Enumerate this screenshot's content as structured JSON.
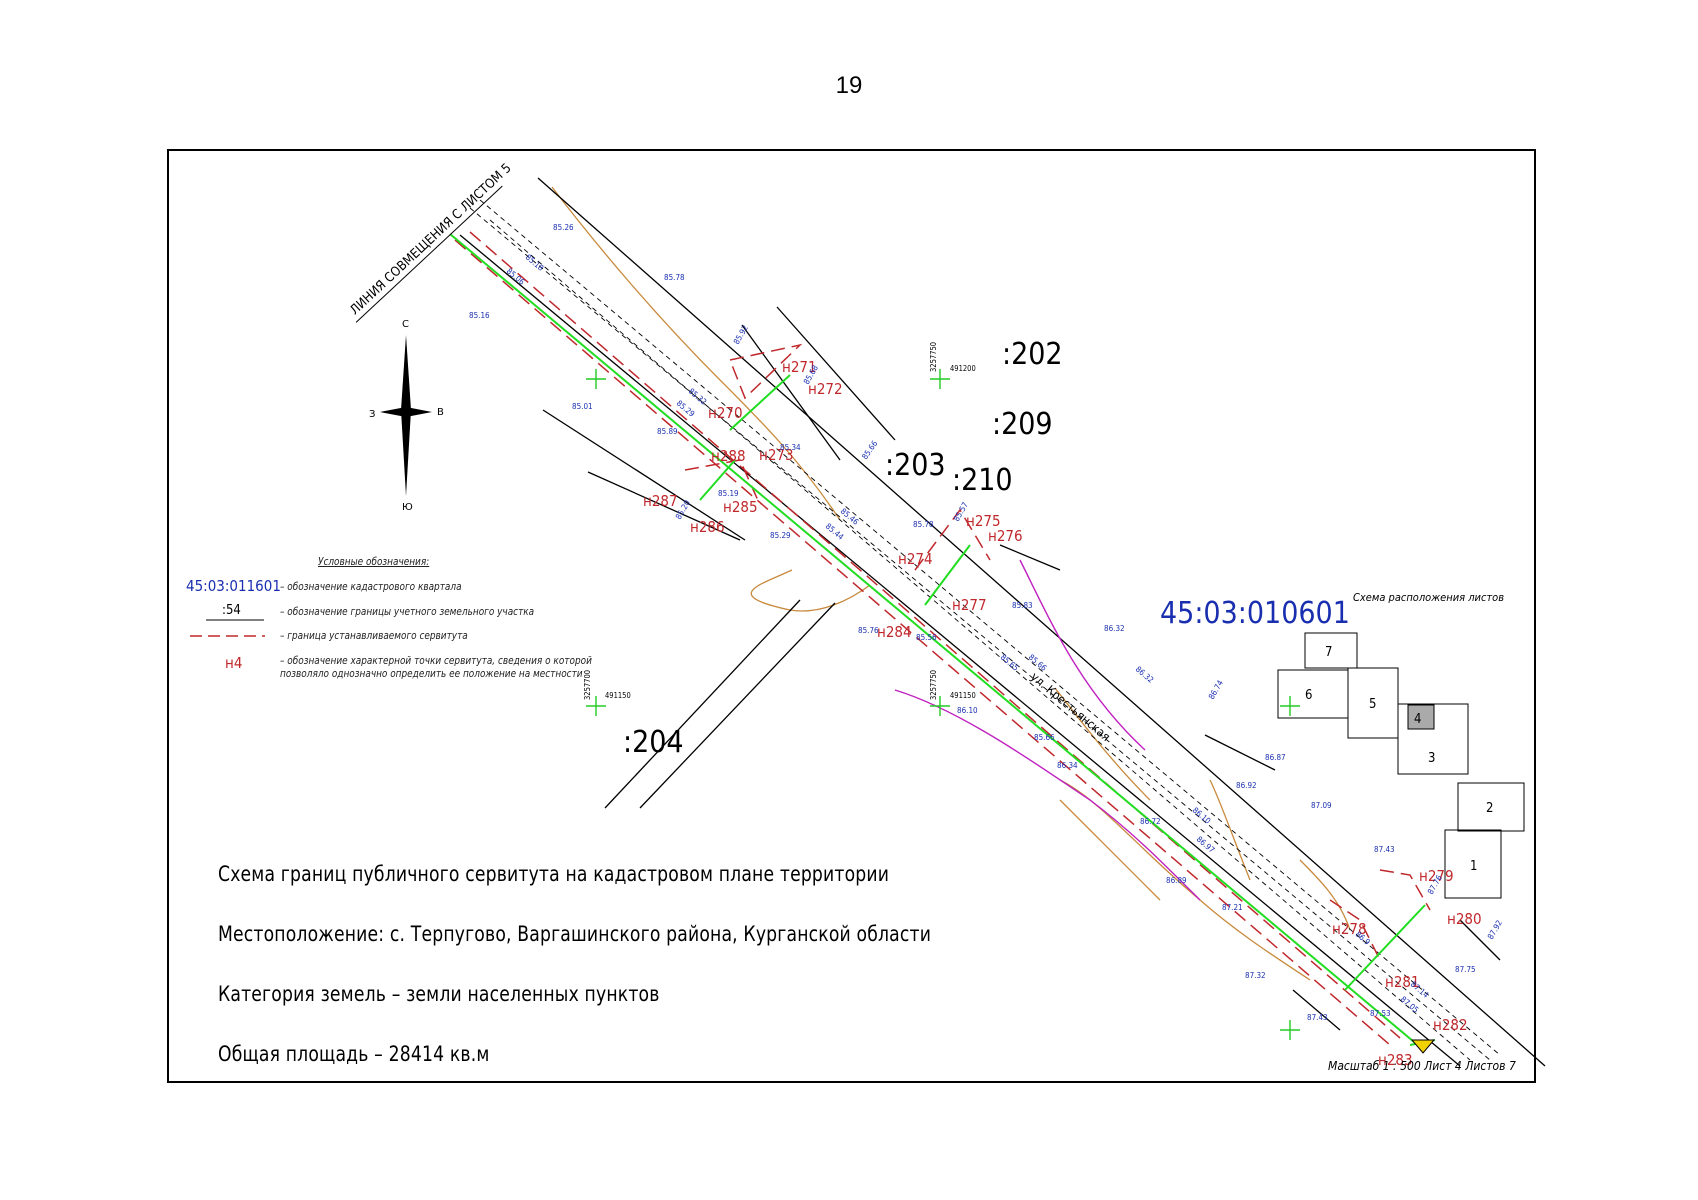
{
  "page_number": "19",
  "alignment_line_label": "ЛИНИЯ СОВМЕЩЕНИЯ С ЛИСТОМ 5",
  "compass": {
    "north": "С",
    "south": "Ю",
    "west": "З",
    "east": "В"
  },
  "legend": {
    "title": "Условные обозначения:",
    "items": [
      {
        "symbol": "45:03:011601",
        "text": "– обозначение кадастрового квартала"
      },
      {
        "symbol": ":54",
        "text": "– обозначение границы учетного земельного участка"
      },
      {
        "symbol": "",
        "text": "– граница устанавливаемого сервитута"
      },
      {
        "symbol": "н4",
        "text": "– обозначение характерной точки сервитута, сведения о которой",
        "text2": "позволяло однозначно определить ее положение на местности"
      }
    ]
  },
  "quarter_label": "45:03:010601",
  "parcels": [
    ":202",
    ":209",
    ":203",
    ":210",
    ":204"
  ],
  "points": [
    "н271",
    "н272",
    "н270",
    "н273",
    "н288",
    "н287",
    "н285",
    "н286",
    "н275",
    "н276",
    "н274",
    "н277",
    "н284",
    "н279",
    "н280",
    "н278",
    "н281",
    "н282",
    "н283"
  ],
  "grid_marks": [
    {
      "y": "3257750",
      "x": "491200"
    },
    {
      "y": "3257700",
      "x": "491150"
    },
    {
      "y": "3257750",
      "x": "491150"
    }
  ],
  "street_label": "ул. Крестьянская",
  "elevations": [
    "85.26",
    "85.78",
    "85.18",
    "85.16",
    "85.06",
    "85.92",
    "85.68",
    "85.32",
    "85.01",
    "85.29",
    "85.89",
    "85.34",
    "85.66",
    "85.19",
    "85.20",
    "85.29",
    "85.46",
    "85.44",
    "85.78",
    "85.57",
    "85.83",
    "85.76",
    "85.56",
    "86.32",
    "86.32",
    "85.65",
    "85.66",
    "86.10",
    "85.66",
    "86.34",
    "86.74",
    "86.87",
    "86.92",
    "86.10",
    "86.72",
    "86.97",
    "87.09",
    "87.43",
    "86.89",
    "87.21",
    "87.76",
    "87.92",
    "87.75",
    "86.9",
    "87.14",
    "87.05",
    "87.32",
    "87.43",
    "87.53"
  ],
  "sheet_scheme": {
    "title": "Схема расположения листов",
    "sheets": [
      "7",
      "6",
      "5",
      "4",
      "3",
      "2",
      "1"
    ]
  },
  "info_lines": [
    "Схема границ публичного сервитута на кадастровом плане территории",
    "Местоположение:  с. Терпугово, Варгашинского района, Курганской области",
    "Категория земель – земли населенных пунктов",
    "Общая площадь – 28414 кв.м"
  ],
  "footer": "Масштаб 1 : 500   Лист 4  Листов 7",
  "colors": {
    "servitude": "#c0282c",
    "axis": "#22dd22",
    "quarter": "#1a2fb0",
    "contour": "#c88a3c",
    "street": "#c020c0"
  }
}
